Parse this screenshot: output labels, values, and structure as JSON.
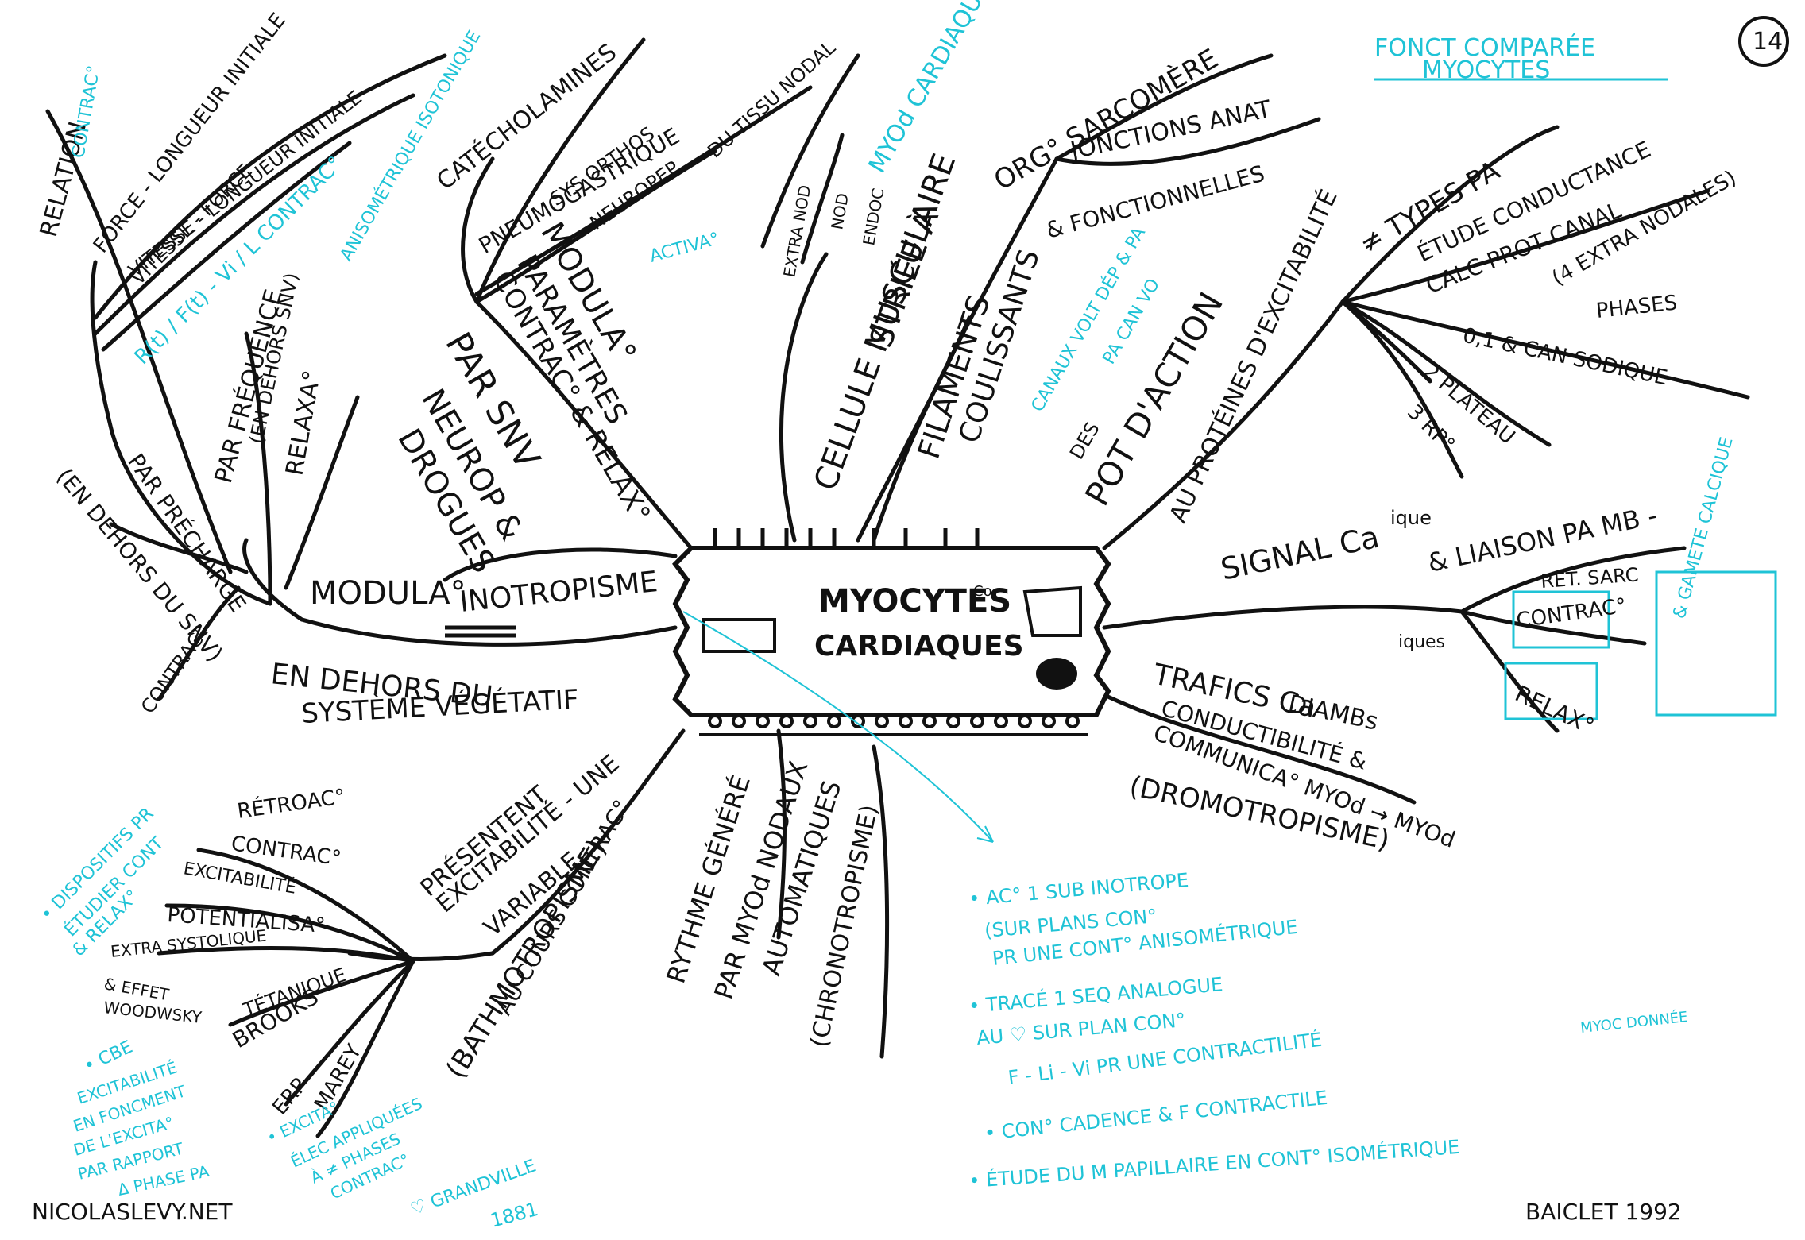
{
  "colors": {
    "ink": "#111111",
    "cyan": "#1fc3d6",
    "background": "#ffffff"
  },
  "center": {
    "line1": "MYOCYTES",
    "line2": "CARDIAQUES",
    "note": "Co"
  },
  "page_number": "14",
  "corner_note": {
    "line1": "FONCT COMPARÉE",
    "line2": "MYOCYTES"
  },
  "branches": {
    "contraction": {
      "main1": "MODULA°",
      "main2": "EN DEHORS DU",
      "main3": "SYSTÈME VÉGÉTATIF",
      "relation": "RELATION",
      "force": "FORCE - LONGUEUR INITIALE",
      "vitesse1": "VITESSE - LONGUEUR INITIALE",
      "vitesse2": "VITESSE - FORCE",
      "frequence": "PAR FRÉQUENCE",
      "relaxa": "RELAXA°",
      "en_dehors1": "(EN DEHORS SNV)",
      "precharge": "PAR PRÉCHARGE",
      "en_dehors2": "(EN DEHORS DU SNV)",
      "contrac": "CONTRAC°",
      "cyan_contrac": "CONTRAC°",
      "cyan_fonc": "R(t) / F(t) - Vi / L CONTRAC°",
      "cyan_aniso": "ANISOMÉTRIQUE ISOTONIQUE"
    },
    "snv": {
      "main1": "PAR SNV",
      "main2": "NEUROP &",
      "main3": "DROGUES",
      "inotropisme": "INOTROPISME",
      "modula": "MODULA°",
      "parametres": "PARAMÈTRES",
      "contrac": "CONTRAC° & RELAX°",
      "catecho": "CATÉCHOLAMINES",
      "pneumo": "PNEUMOGASTRIQUE",
      "sys": "SYS ORTHOS",
      "neuropep": "NEUROPEP",
      "activa": "ACTIVA°",
      "tissu": "DU TISSU NODAL"
    },
    "cellule": {
      "main1": "CELLULE MUSCULAIRE",
      "main2": "STRIÉE À",
      "org": "ORG° SARCOMÈRE",
      "myod_cyan": "MYOd CARDIAQUE",
      "extra": "EXTRA NOD",
      "nod": "NOD",
      "endoc": "ENDOC",
      "filaments": "FILAMENTS",
      "coulissants": "COULISSANTS",
      "jonctions": "JONCTIONS ANAT",
      "fonctionnelles": "& FONCTIONNELLES",
      "canaux": "CANAUX VOLT DÉP & PA",
      "pa_canvo": "PA CAN VO"
    },
    "potentiel": {
      "main": "POT D'ACTION",
      "proteines": "AU PROTÉINES D'EXCITABILITÉ",
      "types": "≠ TYPES PA",
      "etude": "ÉTUDE CONDUCTANCE",
      "calc": "CALC PROT CANAL",
      "extra": "(4 EXTRA NODALES)",
      "phases": "PHASES",
      "phase01": "0,1 & CAN SODIQUE",
      "plateau": "2 PLATEAU",
      "rp": "3 RP°",
      "des": "DES"
    },
    "signal": {
      "main": "SIGNAL Ca",
      "sup": "ique",
      "liaison": "& LIAISON PA MB -",
      "ret": "RET. SARC",
      "contrac": "CONTRAC°",
      "relax": "RELAX°",
      "gamete": "& GAMETE CALCIQUE"
    },
    "trafic": {
      "main": "TRAFICS Ca",
      "sup": "iques",
      "diambs": "DIAMBs",
      "conduct": "CONDUCTIBILITÉ &",
      "communica": "COMMUNICA° MYOd → MYOd",
      "dromo": "(DROMOTROPISME)"
    },
    "chrono": {
      "rythme": "RYTHME GÉNÉRÉ",
      "par": "PAR MYOd NODAUX",
      "auto": "AUTOMATIQUES",
      "main": "(CHRONOTROPISME)"
    },
    "bathmo": {
      "presentent": "PRÉSENTENT",
      "excit": "EXCITABILITÉ - UNE",
      "variable": "VARIABLE",
      "cours": "AU COURS CONTRAC°",
      "main": "(BATHMOTROPISME)",
      "retroac": "RÉTROAC°",
      "contrac": "CONTRAC°",
      "excitab": "EXCITABILITÉ",
      "potentia": "POTENTIALISA°",
      "extrasyst": "EXTRA SYSTOLIQUE",
      "effet": "& EFFET",
      "woodwsky": "WOODWSKY",
      "tetanique": "TÉTANIQUE",
      "brooks": "BROOKS",
      "erp": "ERP",
      "marey": "MAREY"
    },
    "cyan_notes": {
      "disp1": "• DISPOSITIFS PR",
      "disp2": "ÉTUDIER CONT",
      "disp3": "& RELAX°",
      "cbe1": "• CBE",
      "cbe2": "EXCITABILITÉ",
      "cbe3": "EN FONCMENT",
      "cbe4": "DE L'EXCITA°",
      "cbe5": "PAR RAPPORT",
      "cbe6": "Δ PHASE PA",
      "excita1": "• EXCITA°",
      "excita2": "ÉLEC APPLIQUÉES",
      "excita3": "À ≠ PHASES",
      "excita4": "CONTRAC°",
      "grandville": "♡ GRANDVILLE",
      "year": "1881"
    },
    "right_notes": {
      "l1": "• AC° 1 SUB INOTROPE",
      "l2": "(SUR PLANS CON°",
      "l3": "PR UNE CONT° ANISOMÉTRIQUE",
      "l4": "• TRACÉ 1 SEQ ANALOGUE",
      "l5": "AU ♡ SUR PLAN CON°",
      "l6": "F - Li - Vi PR UNE CONTRACTILITÉ",
      "l6b": "MYOC DONNÉE",
      "l7": "• CON° CADENCE & F CONTRACTILE",
      "l8": "• ÉTUDE DU M PAPILLAIRE EN CONT° ISOMÉTRIQUE"
    }
  },
  "footer": {
    "left": "NICOLASLEVY.NET",
    "right": "BAICLET 1992"
  }
}
